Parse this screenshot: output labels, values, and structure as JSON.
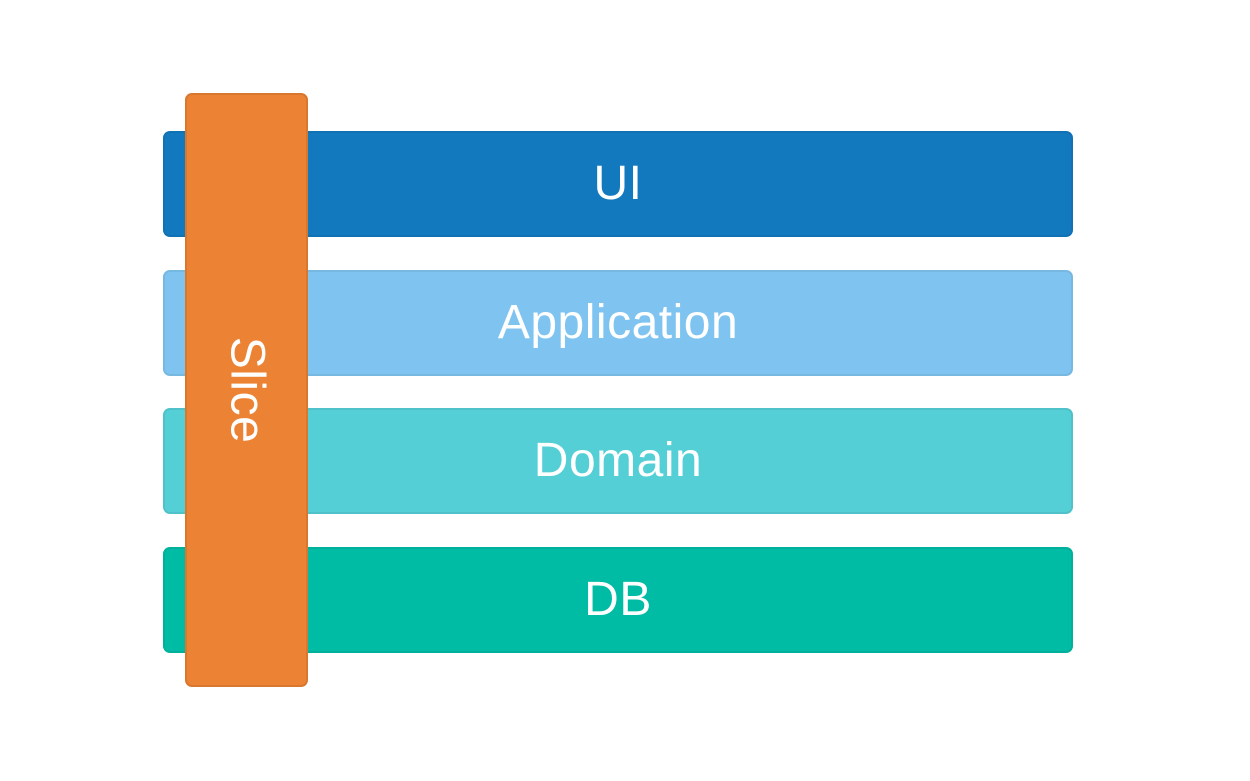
{
  "canvas": {
    "background": "#ffffff",
    "text_color": "#ffffff"
  },
  "diagram": {
    "type": "layered-architecture-with-vertical-slice",
    "layers": [
      {
        "label": "UI",
        "color": "#1279bf"
      },
      {
        "label": "Application",
        "color": "#7fc4f0"
      },
      {
        "label": "Domain",
        "color": "#53cfd5"
      },
      {
        "label": "DB",
        "color": "#00bca4"
      }
    ],
    "slice": {
      "label": "Slice",
      "color": "#ec8233",
      "orientation": "vertical"
    }
  }
}
